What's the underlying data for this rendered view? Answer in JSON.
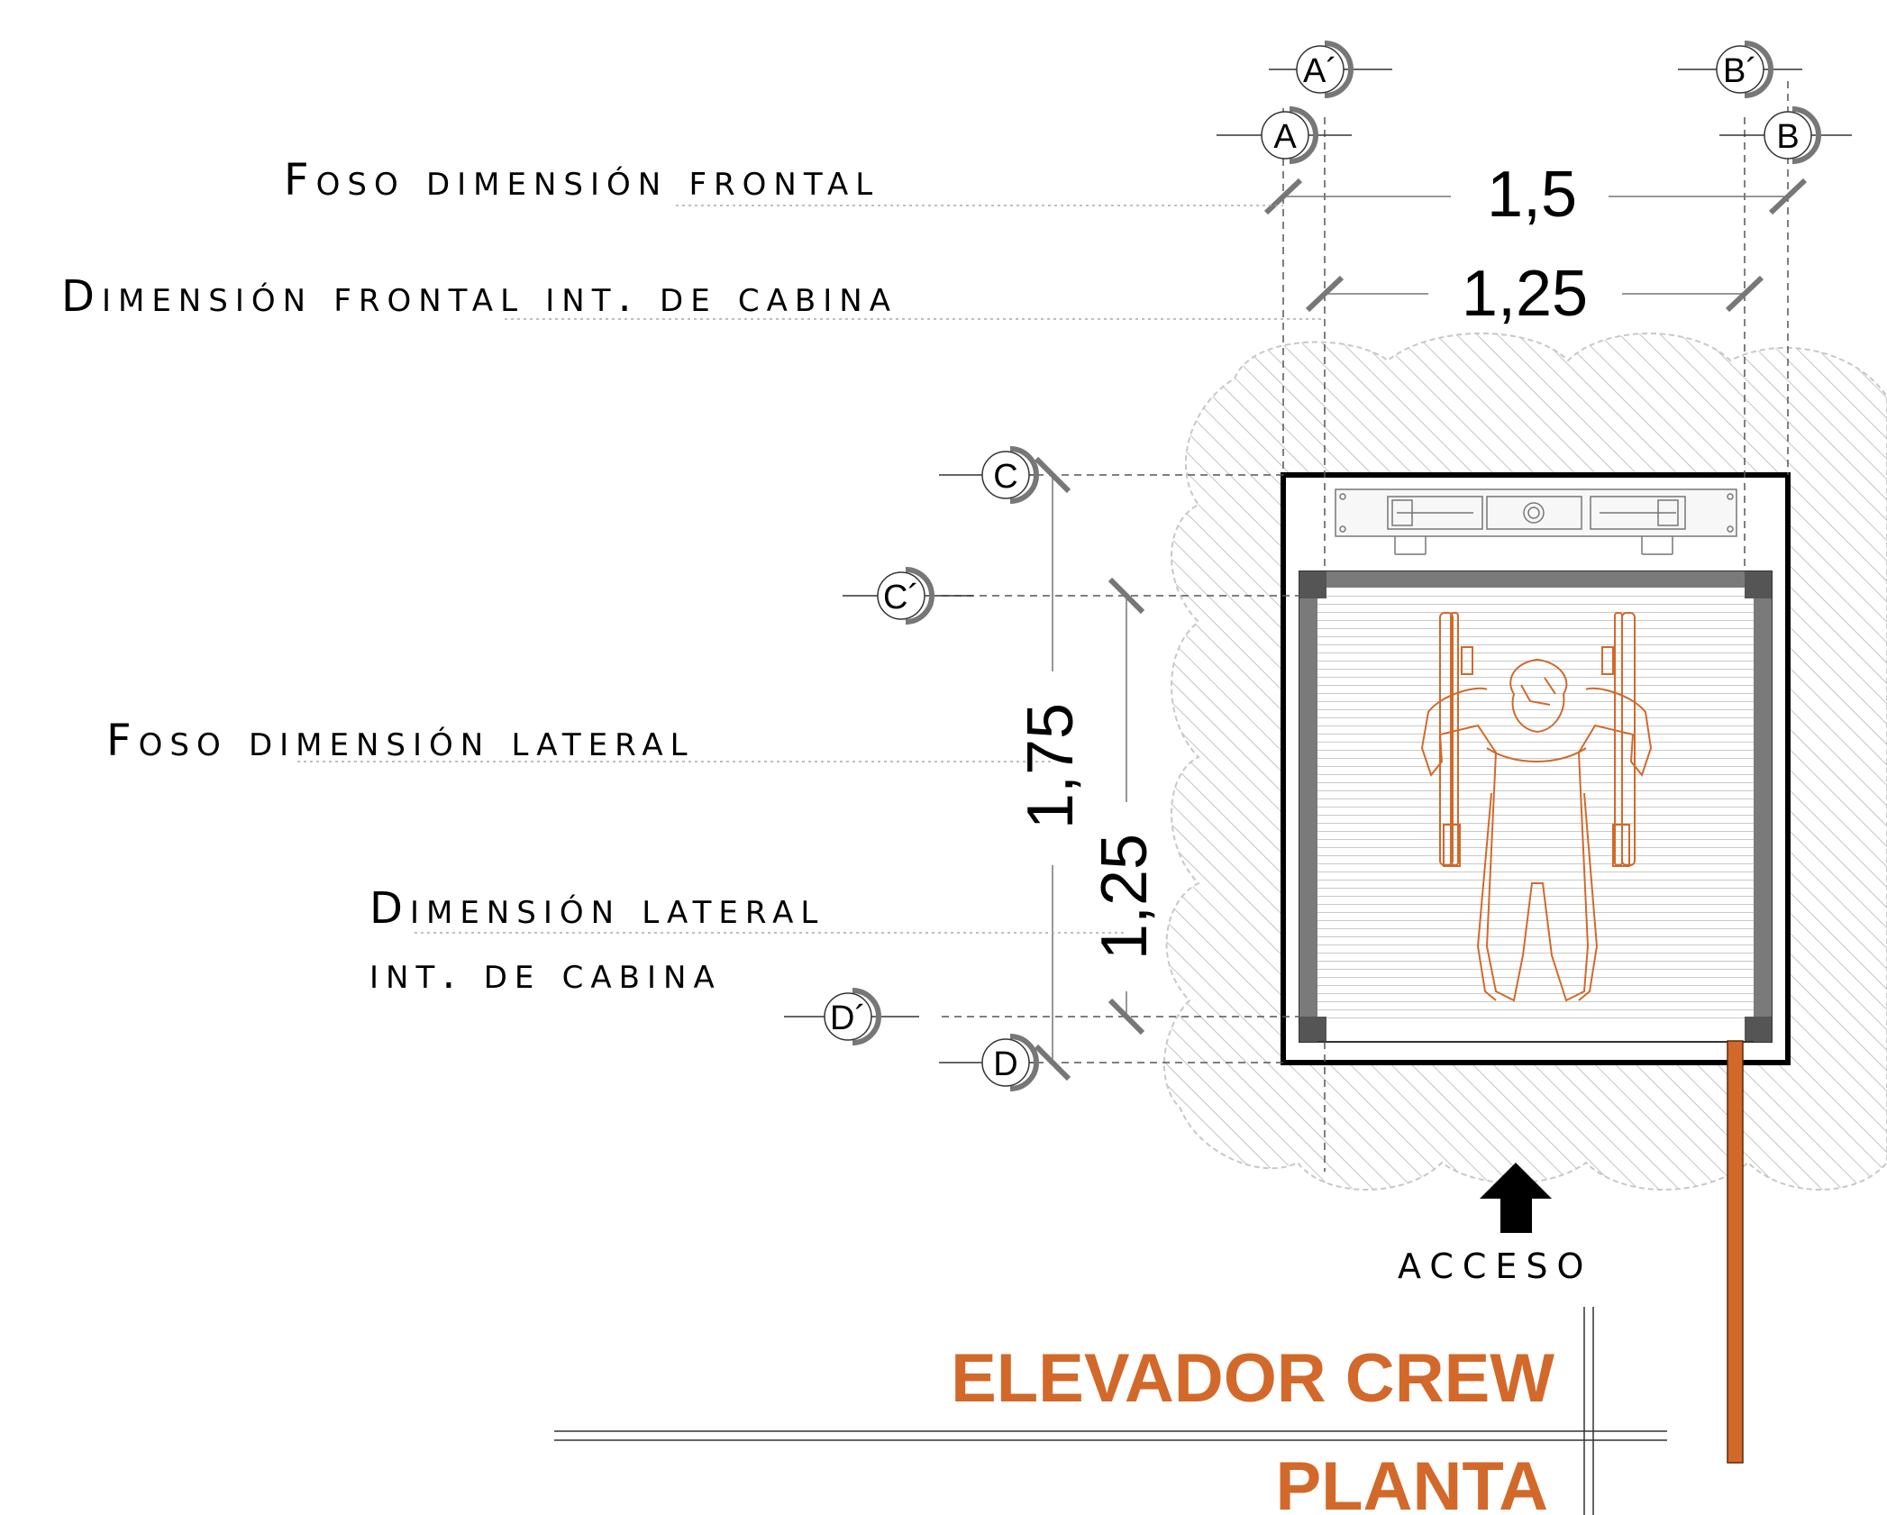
{
  "labels": {
    "foso_frontal": "Foso dimensión frontal",
    "cabina_frontal": "Dimensión frontal int. de cabina",
    "foso_lateral": "Foso dimensión lateral",
    "cabina_lateral_line1": "Dimensión lateral",
    "cabina_lateral_line2": "int. de cabina",
    "acceso": "ACCESO"
  },
  "dimensions": {
    "foso_frontal": "1,5",
    "cabina_frontal": "1,25",
    "foso_lateral": "1,75",
    "cabina_lateral": "1,25"
  },
  "axes": {
    "a_prime": "A´",
    "a": "A",
    "b_prime": "B´",
    "b": "B",
    "c": "C",
    "c_prime": "C´",
    "d_prime": "D´",
    "d": "D"
  },
  "title": {
    "line1": "ELEVADOR CREW",
    "line2": "PLANTA"
  },
  "colors": {
    "accent": "#d2692a",
    "wall": "#7a7a7a",
    "hatch": "#b5b5b5"
  }
}
